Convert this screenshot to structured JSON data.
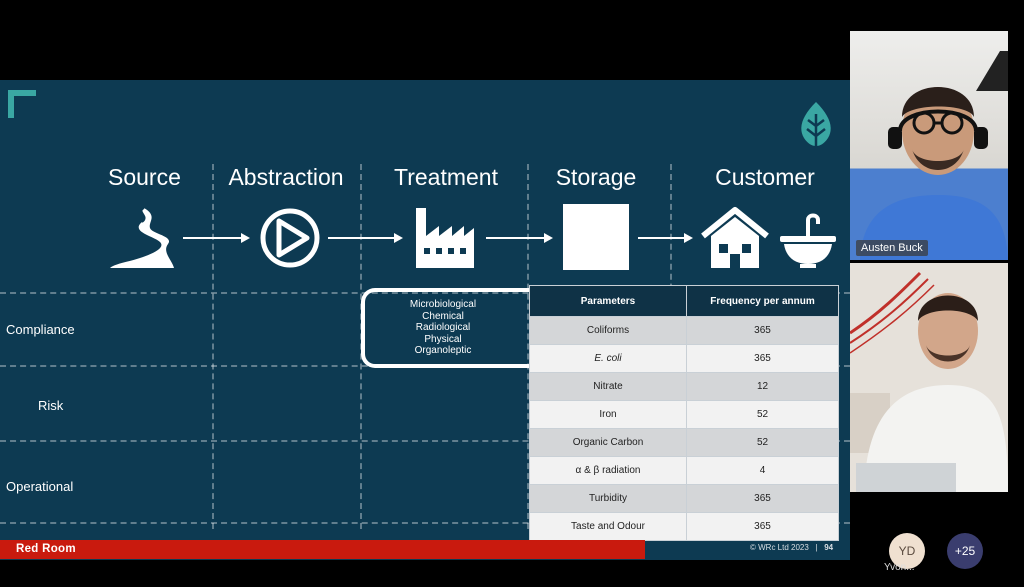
{
  "slide": {
    "stages": [
      "Source",
      "Abstraction",
      "Treatment",
      "Storage",
      "Customer"
    ],
    "row_labels": [
      "Compliance",
      "Risk",
      "Operational"
    ],
    "parameter_groups": [
      "Microbiological",
      "Chemical",
      "Radiological",
      "Physical",
      "Organoleptic"
    ],
    "table": {
      "headers": [
        "Parameters",
        "Frequency per annum"
      ],
      "rows": [
        [
          "Coliforms",
          "365"
        ],
        [
          "E. coli",
          "365"
        ],
        [
          "Nitrate",
          "12"
        ],
        [
          "Iron",
          "52"
        ],
        [
          "Organic Carbon",
          "52"
        ],
        [
          "α & β radiation",
          "4"
        ],
        [
          "Turbidity",
          "365"
        ],
        [
          "Taste and Odour",
          "365"
        ]
      ]
    },
    "footer": {
      "copyright": "© WRc Ltd 2023",
      "separator": "|",
      "page_number": "94"
    },
    "colors": {
      "background": "#0d3a52",
      "accent": "#3aa7a3",
      "banner": "#c91a0e"
    }
  },
  "room_banner": {
    "label": "Red Room"
  },
  "participants": {
    "speaker_name": "Austen Buck",
    "avatar_initials": "YD",
    "avatar_label": "Yvon...",
    "more_count": "+25"
  }
}
